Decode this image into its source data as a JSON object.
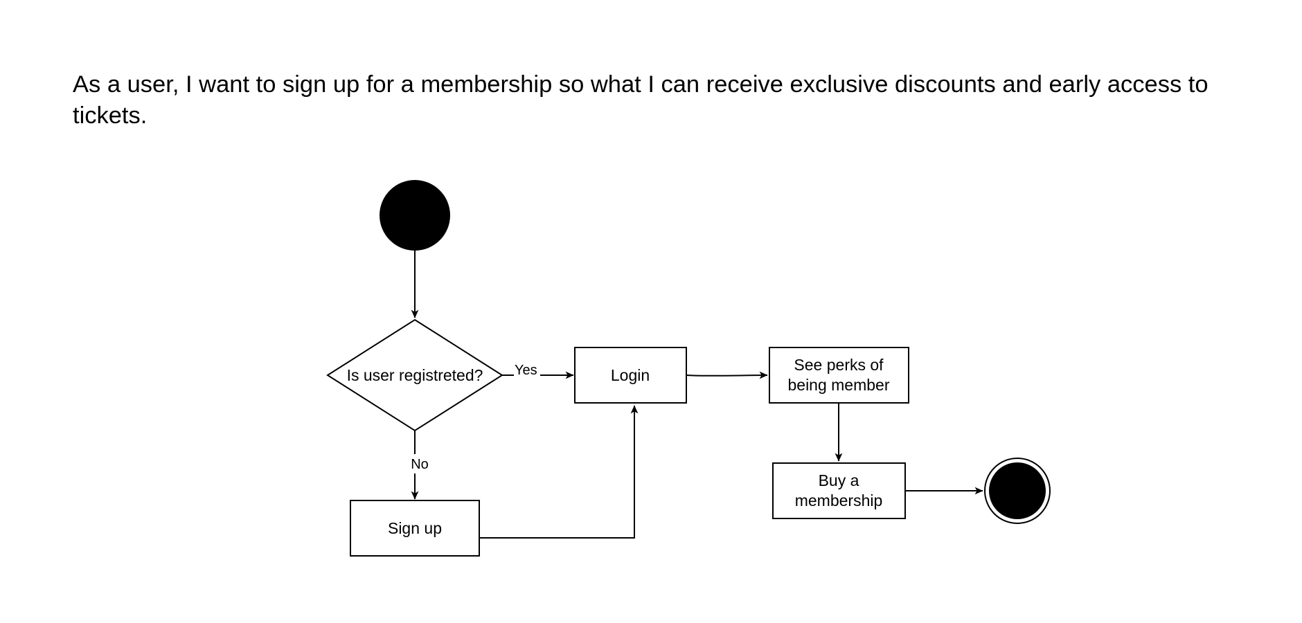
{
  "user_story": "As a user, I want to sign up for a membership so what I can receive exclusive discounts and early access to tickets.",
  "nodes": {
    "decision": {
      "label": "Is user registreted?"
    },
    "login": {
      "label": "Login"
    },
    "signup": {
      "label": "Sign up"
    },
    "perks": {
      "line1": "See perks of",
      "line2": "being member"
    },
    "buy": {
      "line1": "Buy a",
      "line2": "membership"
    }
  },
  "edges": {
    "yes_label": "Yes",
    "no_label": "No"
  },
  "colors": {
    "stroke": "#000000",
    "fill": "#ffffff",
    "terminal": "#000000"
  }
}
